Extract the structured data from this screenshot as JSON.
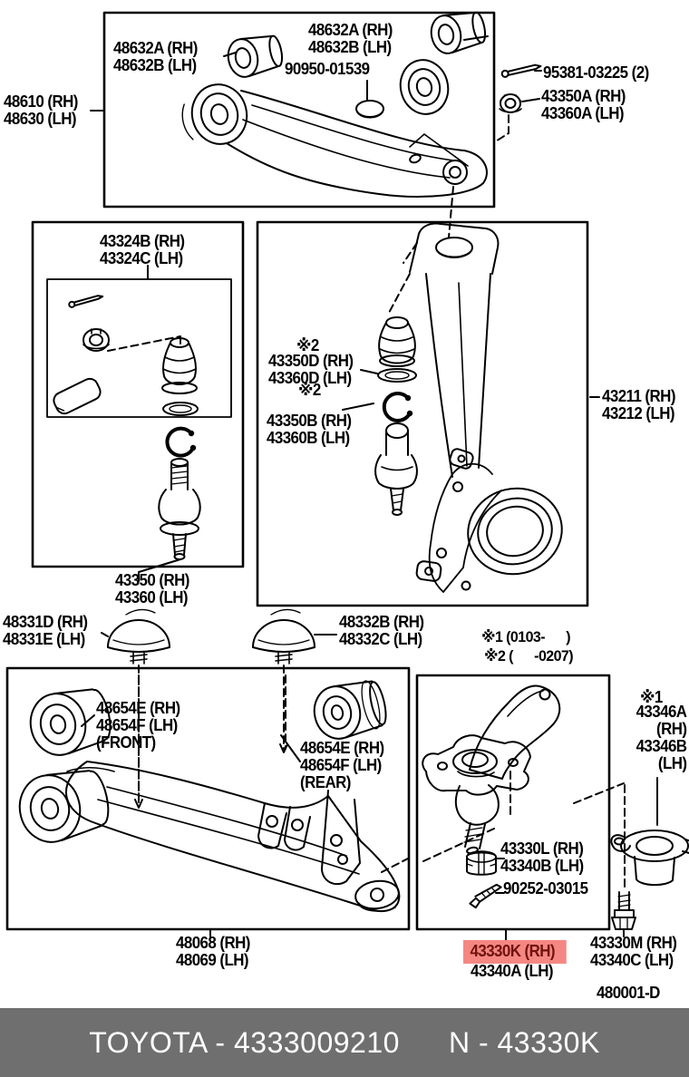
{
  "colors": {
    "highlight_bg": "#f58782",
    "highlight_text": "#70120d",
    "footer_bg": "#6f6f6f",
    "footer_text": "#ffffff",
    "line": "#000000"
  },
  "footer": {
    "brand_part": "TOYOTA - 4333009210",
    "part_number": "N - 43330K"
  },
  "diagram": {
    "code": "480001-D",
    "labels": {
      "upper_arm_bushing_left": "48632A (RH)\n48632B (LH)",
      "upper_arm_bushing_right": "48632A (RH)\n48632B (LH)",
      "washer": "90950-01539",
      "upper_control_arm": "48610 (RH)\n48630 (LH)",
      "cotter_pin": "95381-03225 (2)",
      "upper_nut": "43350A (RH)\n43360A (LH)",
      "ball_joint_kit": "43324B (RH)\n43324C (LH)",
      "ref2_upper": "※2",
      "upper_dust_cover": "43350D (RH)\n43360D (LH)",
      "ref2_lower": "※2",
      "upper_snap_ring": "43350B (RH)\n43360B (LH)",
      "steering_knuckle": "43211 (RH)\n43212 (LH)",
      "upper_ball_joint": "43350 (RH)\n43360 (LH)",
      "cap_front": "48331D (RH)\n48331E (LH)",
      "cap_rear": "48332B (RH)\n48332C (LH)",
      "ref1_range": "※1 (0103-      )",
      "ref2_range": "※2 (      -0207)",
      "lower_bushing_front": "48654E (RH)\n48654F (LH)\n(FRONT)",
      "lower_bushing_rear": "48654E (RH)\n48654F (LH)\n(REAR)",
      "ref1": "※1",
      "lower_dust_cover": "43346A\n(RH)\n43346B\n(LH)",
      "lower_nut": "43330L (RH)\n43340B (LH)",
      "bolt": "90252-03015",
      "lower_control_arm": "48068 (RH)\n48069 (LH)",
      "lower_ball_joint_rh": "43330K (RH)",
      "lower_ball_joint_lh": "43340A (LH)",
      "attachment": "43330M (RH)\n43340C (LH)"
    }
  }
}
